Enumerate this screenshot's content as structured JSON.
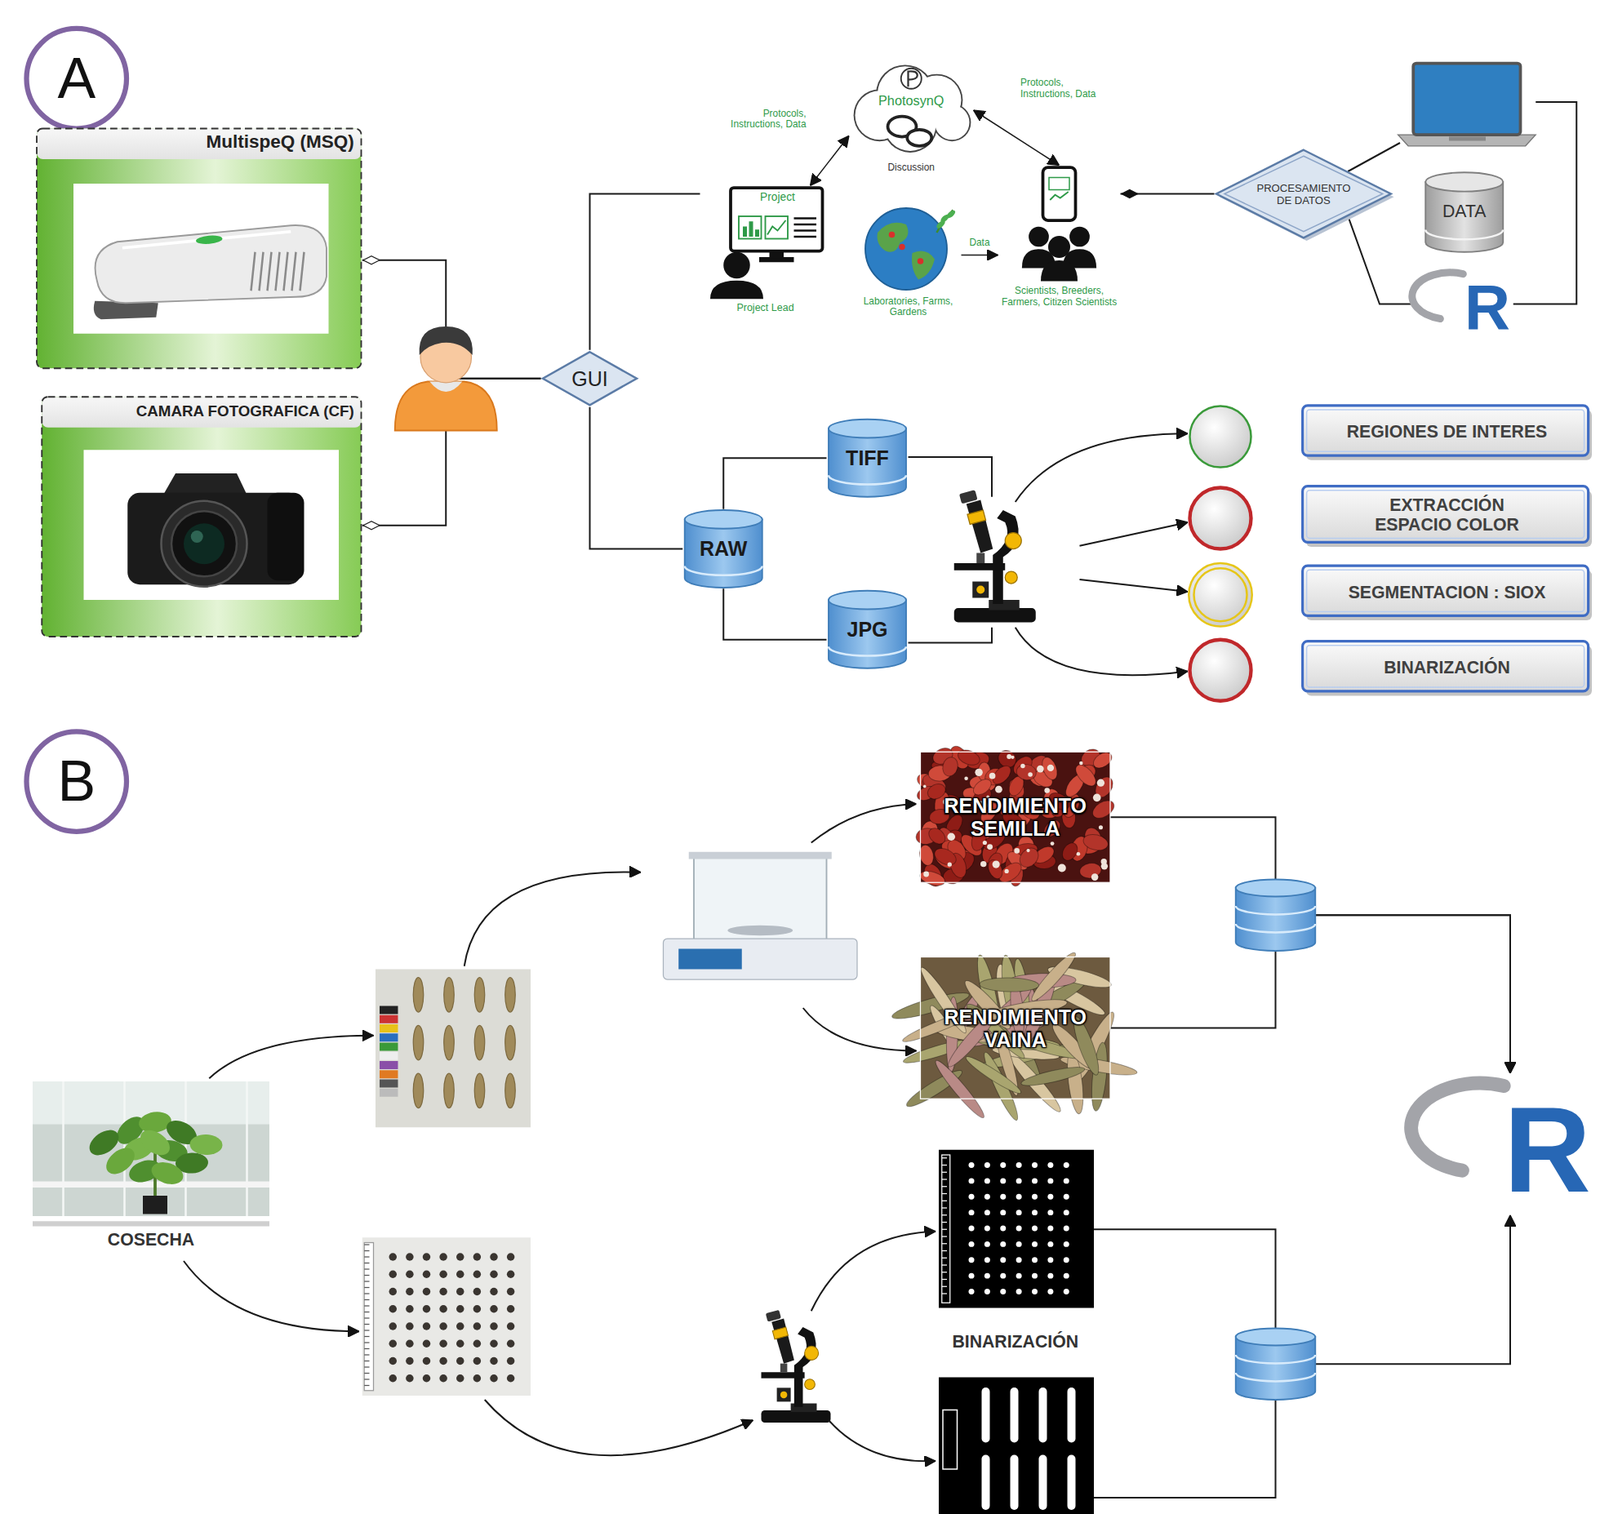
{
  "diagram": {
    "nodes": [
      {
        "text": [
          "A"
        ]
      },
      {
        "text": [
          "MultispeQ (MSQ)"
        ]
      },
      {
        "text": [
          "CAMARA FOTOGRAFICA (CF)"
        ]
      },
      {
        "text": [
          "GUI"
        ]
      },
      {
        "text": [
          "Project",
          "Project Lead"
        ]
      },
      {
        "text": [
          "PhotosynQ",
          "Discussion"
        ]
      },
      {
        "text": [
          "Laboratories, Farms, Gardens"
        ]
      },
      {
        "text": [
          "Scientists, Breeders, Farmers, Citizen Scientists"
        ]
      },
      {
        "text": [
          "PROCESAMIENTO DE DATOS"
        ]
      },
      {
        "text": [
          "DATA"
        ]
      },
      {
        "text": [
          "R"
        ]
      },
      {
        "text": [
          "TIFF"
        ]
      },
      {
        "text": [
          "RAW"
        ]
      },
      {
        "text": [
          "JPG"
        ]
      },
      {
        "text": [
          "REGIONES DE INTERES"
        ]
      },
      {
        "text": [
          "EXTRACCIÓN ESPACIO COLOR"
        ]
      },
      {
        "text": [
          "SEGMENTACION : SIOX"
        ]
      },
      {
        "text": [
          "BINARIZACIÓN"
        ]
      },
      {
        "text": [
          "B"
        ]
      },
      {
        "text": [
          "COSECHA"
        ]
      },
      {
        "text": [
          "RENDIMIENTO SEMILLA"
        ]
      },
      {
        "text": [
          "RENDIMIENTO VAINA"
        ]
      },
      {
        "text": [
          "R"
        ]
      }
    ],
    "edges": [
      {
        "from": 1,
        "to": 3,
        "arrow": "none"
      },
      {
        "from": 2,
        "to": 3,
        "arrow": "none"
      },
      {
        "from": 3,
        "to": 4,
        "arrow": "none"
      },
      {
        "from": 4,
        "to": 5,
        "label": "Protocols, Instructions, Data",
        "arrow": "both"
      },
      {
        "from": 5,
        "to": 7,
        "label": "Protocols, Instructions, Data",
        "arrow": "both"
      },
      {
        "from": 6,
        "to": 7,
        "label": "Data",
        "arrow": "to"
      },
      {
        "from": 8,
        "to": 7,
        "arrow": "none"
      },
      {
        "from": 10,
        "to": 8,
        "arrow": "none"
      },
      {
        "from": 3,
        "to": 12,
        "arrow": "none"
      },
      {
        "from": 12,
        "to": 11,
        "arrow": "none"
      },
      {
        "from": 12,
        "to": 13,
        "arrow": "none"
      },
      {
        "from": 20,
        "to": 22,
        "arrow": "to"
      },
      {
        "from": 21,
        "to": 22,
        "arrow": "to"
      }
    ],
    "labels": [
      "BINARIZACIÓN"
    ]
  }
}
